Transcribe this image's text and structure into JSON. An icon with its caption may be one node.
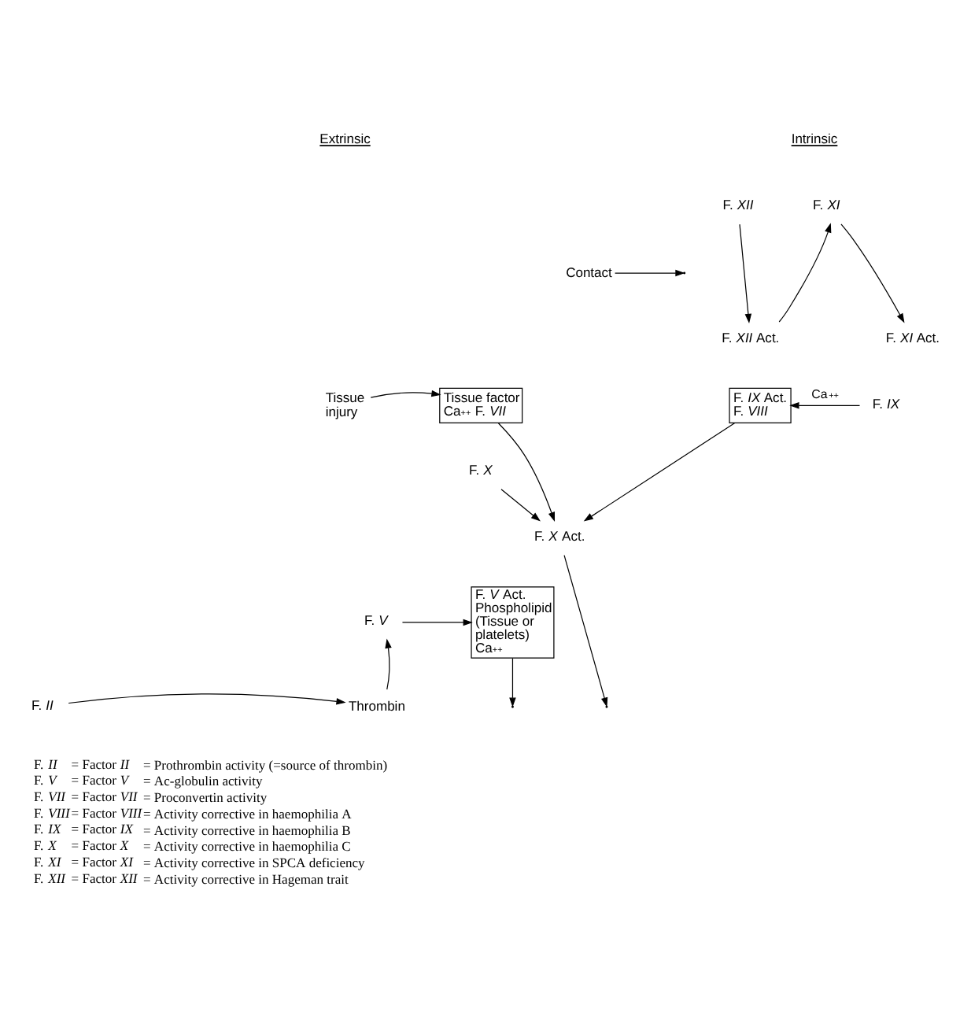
{
  "diagram": {
    "nodes": [
      {
        "text": [
          "F. *XII*"
        ]
      },
      {
        "text": [
          "Contact"
        ]
      },
      {
        "text": [
          "F. *XII* Act."
        ]
      },
      {
        "text": [
          "F. *XI*"
        ]
      },
      {
        "text": [
          "F. *XI* Act."
        ]
      },
      {
        "text": [
          "Tissue factor Ca$^{++}$ F. *VII*"
        ]
      },
      {
        "text": [
          "Tissue injury"
        ]
      },
      {
        "text": [
          "F. *IX* Act. F. *VIII*"
        ]
      },
      {
        "text": [
          "F. *IX*"
        ]
      },
      {
        "text": [
          "F. *X*"
        ]
      },
      {
        "text": [
          "F. *X* Act."
        ]
      },
      {
        "text": [
          "F. *V* Act. Phospholipid (Tissue or platelets) Ca$^{++}$"
        ]
      },
      {
        "text": [
          "F. *V*"
        ]
      },
      {
        "text": [
          "Thrombin"
        ]
      },
      {
        "text": [
          "F. *II*"
        ]
      }
    ],
    "edges": [
      {
        "from": 0,
        "to": 2,
        "arrow": "to"
      },
      {
        "from": 1,
        "to": null,
        "arrow": "to"
      },
      {
        "from": 2,
        "to": 3,
        "arrow": "to"
      },
      {
        "from": 3,
        "to": 4,
        "arrow": "to"
      },
      {
        "from": 6,
        "to": 5,
        "arrow": "to"
      },
      {
        "from": 8,
        "to": 7,
        "arrow": "to",
        "label": "Ca$^{++}$"
      },
      {
        "from": 5,
        "to": 10,
        "arrow": "to"
      },
      {
        "from": 9,
        "to": 10,
        "arrow": "to"
      },
      {
        "from": 7,
        "to": 10,
        "arrow": "to"
      },
      {
        "from": 12,
        "to": 11,
        "arrow": "to"
      },
      {
        "from": 11,
        "to": null,
        "arrow": "to"
      },
      {
        "from": 10,
        "to": null,
        "arrow": "to"
      },
      {
        "from": 14,
        "to": 13,
        "arrow": "to"
      },
      {
        "from": 13,
        "to": 12,
        "arrow": "to"
      }
    ],
    "labels": [
      "Extrinsic",
      "Intrinsic",
      "F. *II*",
      "= Factor *II*",
      "= Prothrombin activity (=source of thrombin)",
      "F. *V*",
      "= Factor *V*",
      "= Ac-globulin activity",
      "F. *VII*",
      "= Factor *VII*",
      "= Proconvertin activity",
      "F. *VIII*",
      "= Factor *VIII*",
      "= Activity corrective in haemophilia A",
      "F. *IX*",
      "= Factor *IX*",
      "= Activity corrective in haemophilia B",
      "F. *X*",
      "= Factor *X*",
      "= Activity corrective in haemophilia C",
      "F. *XI*",
      "= Factor *XI*",
      "= Activity corrective in SPCA deficiency",
      "F. *XII*",
      "= Factor *XII*",
      "= Activity corrective in Hageman trait"
    ]
  }
}
